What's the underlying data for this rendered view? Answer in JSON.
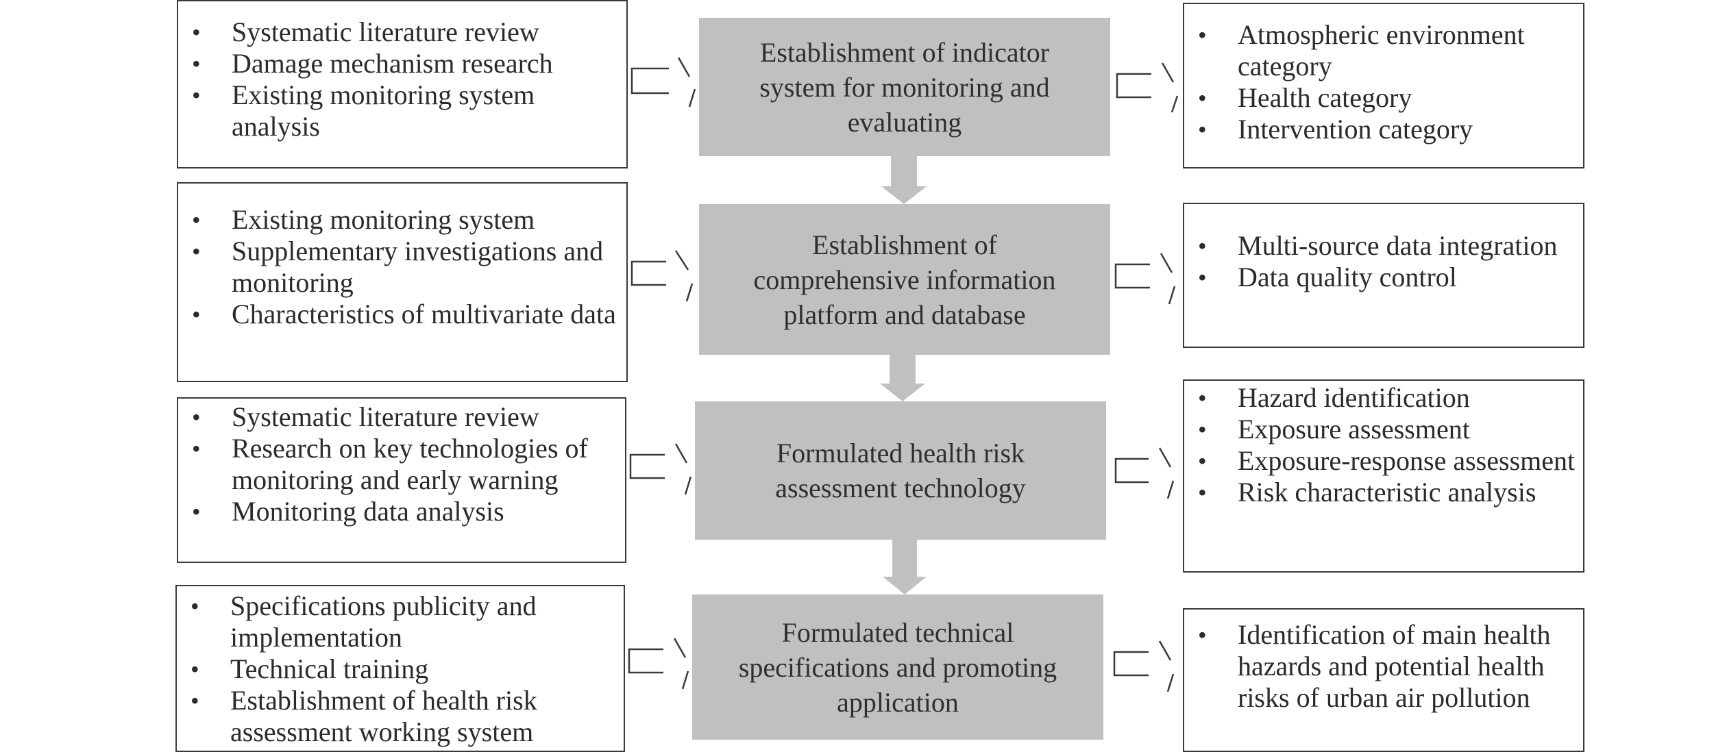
{
  "rows": [
    {
      "step": "Establishment of indicator system for monitoring and evaluating",
      "inputs": [
        "Systematic literature review",
        "Damage mechanism research",
        "Existing monitoring system analysis"
      ],
      "outputs": [
        "Atmospheric environment category",
        "Health category",
        "Intervention category"
      ]
    },
    {
      "step": "Establishment of comprehensive information platform and database",
      "inputs": [
        "Existing monitoring system",
        "Supplementary investigations and monitoring",
        "Characteristics of multivariate data"
      ],
      "outputs": [
        "Multi-source data integration",
        "Data quality control"
      ]
    },
    {
      "step": "Formulated health risk assessment technology",
      "inputs": [
        "Systematic literature review",
        "Research on key technologies of monitoring and early warning",
        "Monitoring data analysis"
      ],
      "outputs": [
        "Hazard identification",
        "Exposure assessment",
        "Exposure-response assessment",
        "Risk characteristic analysis"
      ]
    },
    {
      "step": "Formulated technical specifications and promoting application",
      "inputs": [
        "Specifications publicity and implementation",
        "Technical training",
        "Establishment of health risk assessment working system"
      ],
      "outputs": [
        "Identification of main health hazards and potential health risks of urban air pollution"
      ]
    }
  ]
}
